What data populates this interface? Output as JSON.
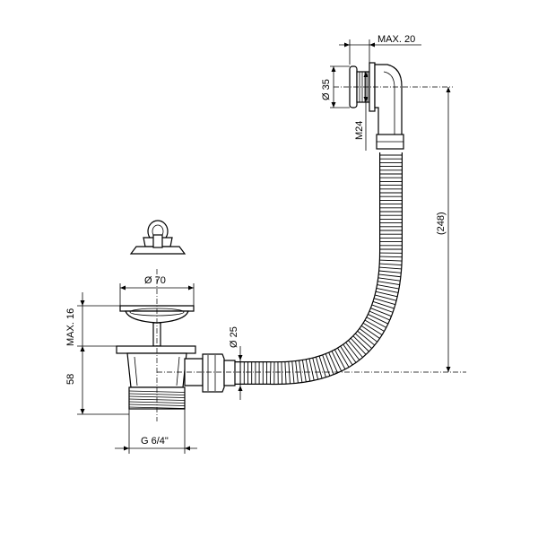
{
  "diagram": {
    "dimensions": {
      "max_overflow_offset": "MAX. 20",
      "overflow_diameter": "Ø 35",
      "overflow_thread": "M24",
      "hose_length": "(248)",
      "plug_diameter": "Ø 70",
      "hose_diameter": "Ø 25",
      "max_height": "MAX. 16",
      "body_height": "58",
      "outlet_thread": "G 6/4\""
    }
  }
}
